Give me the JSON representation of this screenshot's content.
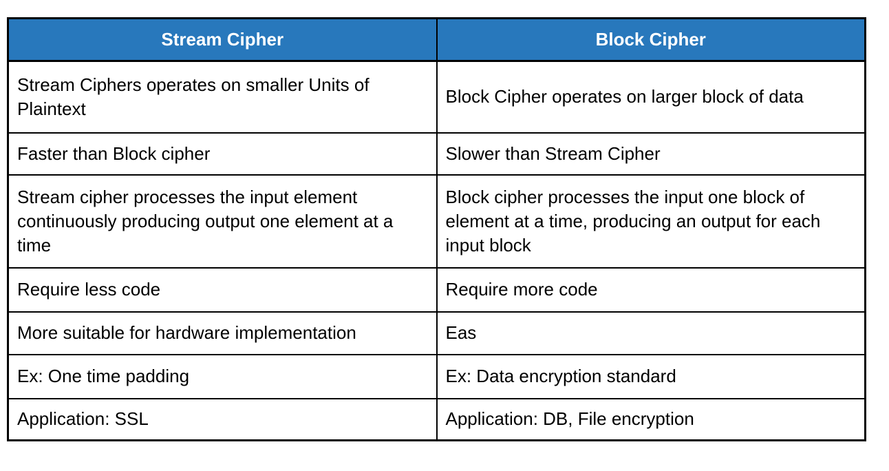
{
  "colors": {
    "header_bg": "#2878BC",
    "header_text": "#FFFFFF",
    "body_text": "#000000",
    "border": "#000000",
    "page_bg": "#FFFFFF"
  },
  "table": {
    "headers": [
      {
        "label": "Stream Cipher"
      },
      {
        "label": "Block Cipher"
      }
    ],
    "rows": [
      {
        "stream": "Stream Ciphers operates on smaller Units of Plaintext",
        "block": "Block Cipher operates on larger block of data"
      },
      {
        "stream": "Faster than Block cipher",
        "block": "Slower than Stream Cipher"
      },
      {
        "stream": "Stream cipher processes the input element continuously producing output one element at a time",
        "block": "Block cipher processes the input one block of element at a time, producing an output for each input block"
      },
      {
        "stream": "Require less code",
        "block": "Require more code"
      },
      {
        "stream": "More suitable for hardware implementation",
        "block": "Eas"
      },
      {
        "stream": "Ex: One time padding",
        "block": "Ex: Data encryption standard"
      },
      {
        "stream": "Application: SSL",
        "block": "Application: DB, File encryption"
      }
    ]
  }
}
